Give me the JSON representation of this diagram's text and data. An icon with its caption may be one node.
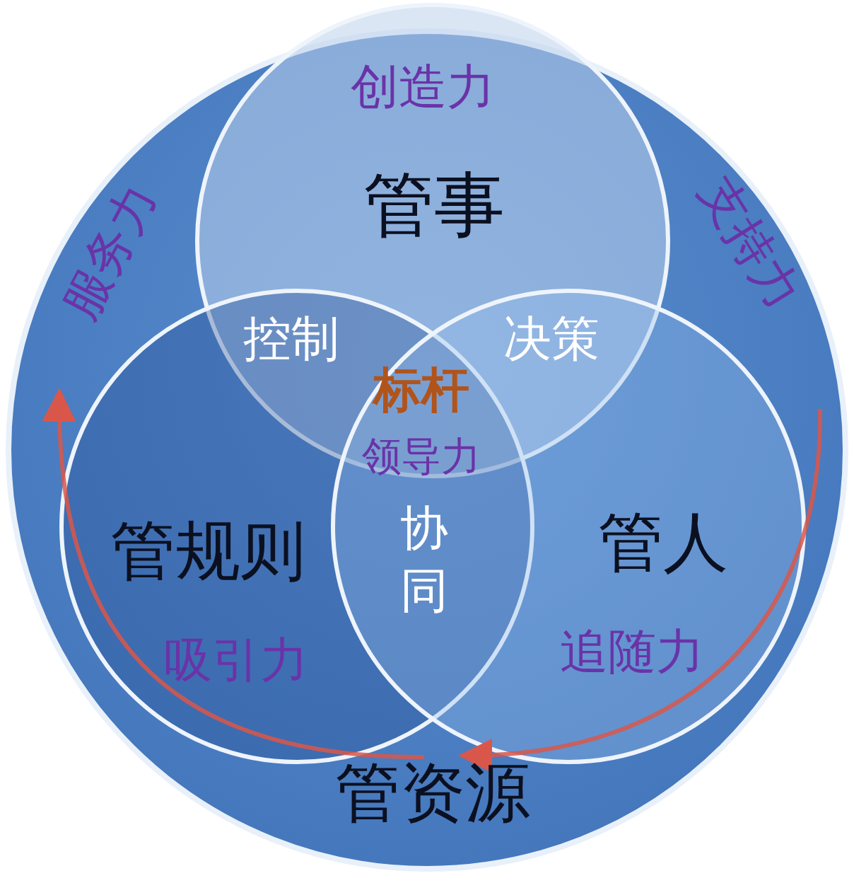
{
  "diagram": {
    "nodes": [
      {
        "text": [
          "管资源"
        ]
      },
      {
        "text": [
          "创造力",
          "管事"
        ],
        "in": 0
      },
      {
        "text": [
          "管规则",
          "吸引力"
        ],
        "in": 0
      },
      {
        "text": [
          "管人",
          "追随力"
        ],
        "in": 0
      }
    ],
    "edges": [],
    "labels": [
      "服务力",
      "支持力",
      "控制",
      "决策",
      "标杆",
      "领导力",
      "协同"
    ]
  }
}
